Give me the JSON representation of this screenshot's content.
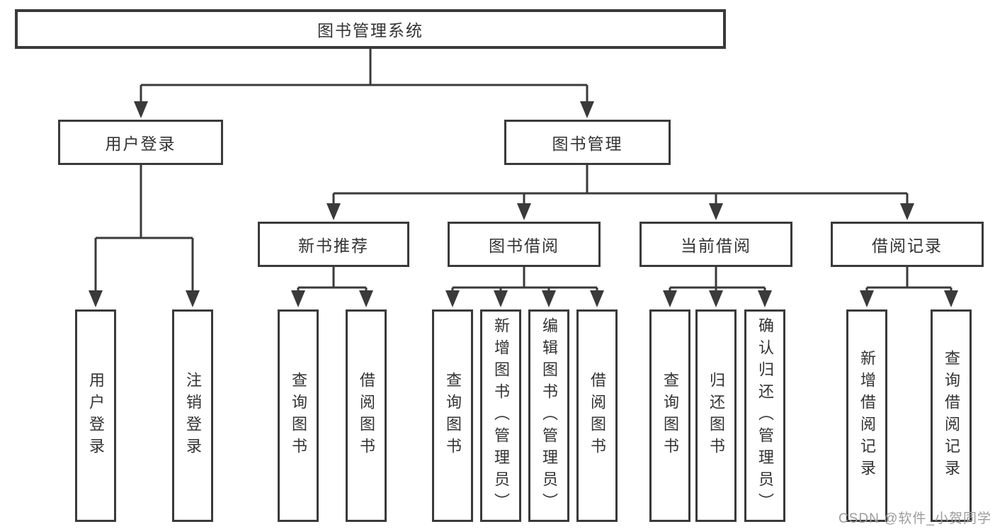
{
  "diagram": {
    "type": "tree",
    "tree": {
      "label": "图书管理系统",
      "children": [
        {
          "label": "用户登录",
          "children": [
            {
              "label": "用户登录"
            },
            {
              "label": "注销登录"
            }
          ]
        },
        {
          "label": "图书管理",
          "children": [
            {
              "label": "新书推荐",
              "children": [
                {
                  "label": "查询图书"
                },
                {
                  "label": "借阅图书"
                }
              ]
            },
            {
              "label": "图书借阅",
              "children": [
                {
                  "label": "查询图书"
                },
                {
                  "label": "新增图书（管理员）"
                },
                {
                  "label": "编辑图书（管理员）"
                },
                {
                  "label": "借阅图书"
                }
              ]
            },
            {
              "label": "当前借阅",
              "children": [
                {
                  "label": "查询图书"
                },
                {
                  "label": "归还图书"
                },
                {
                  "label": "确认归还（管理员）"
                }
              ]
            },
            {
              "label": "借阅记录",
              "children": [
                {
                  "label": "新增借阅记录"
                },
                {
                  "label": "查询借阅记录"
                }
              ]
            }
          ]
        }
      ]
    }
  },
  "watermark": "CSDN @软件_小贺同学",
  "colors": {
    "line": "#3a3a3a",
    "text": "#333333",
    "watermark": "#9c9c9c",
    "background": "#ffffff"
  }
}
